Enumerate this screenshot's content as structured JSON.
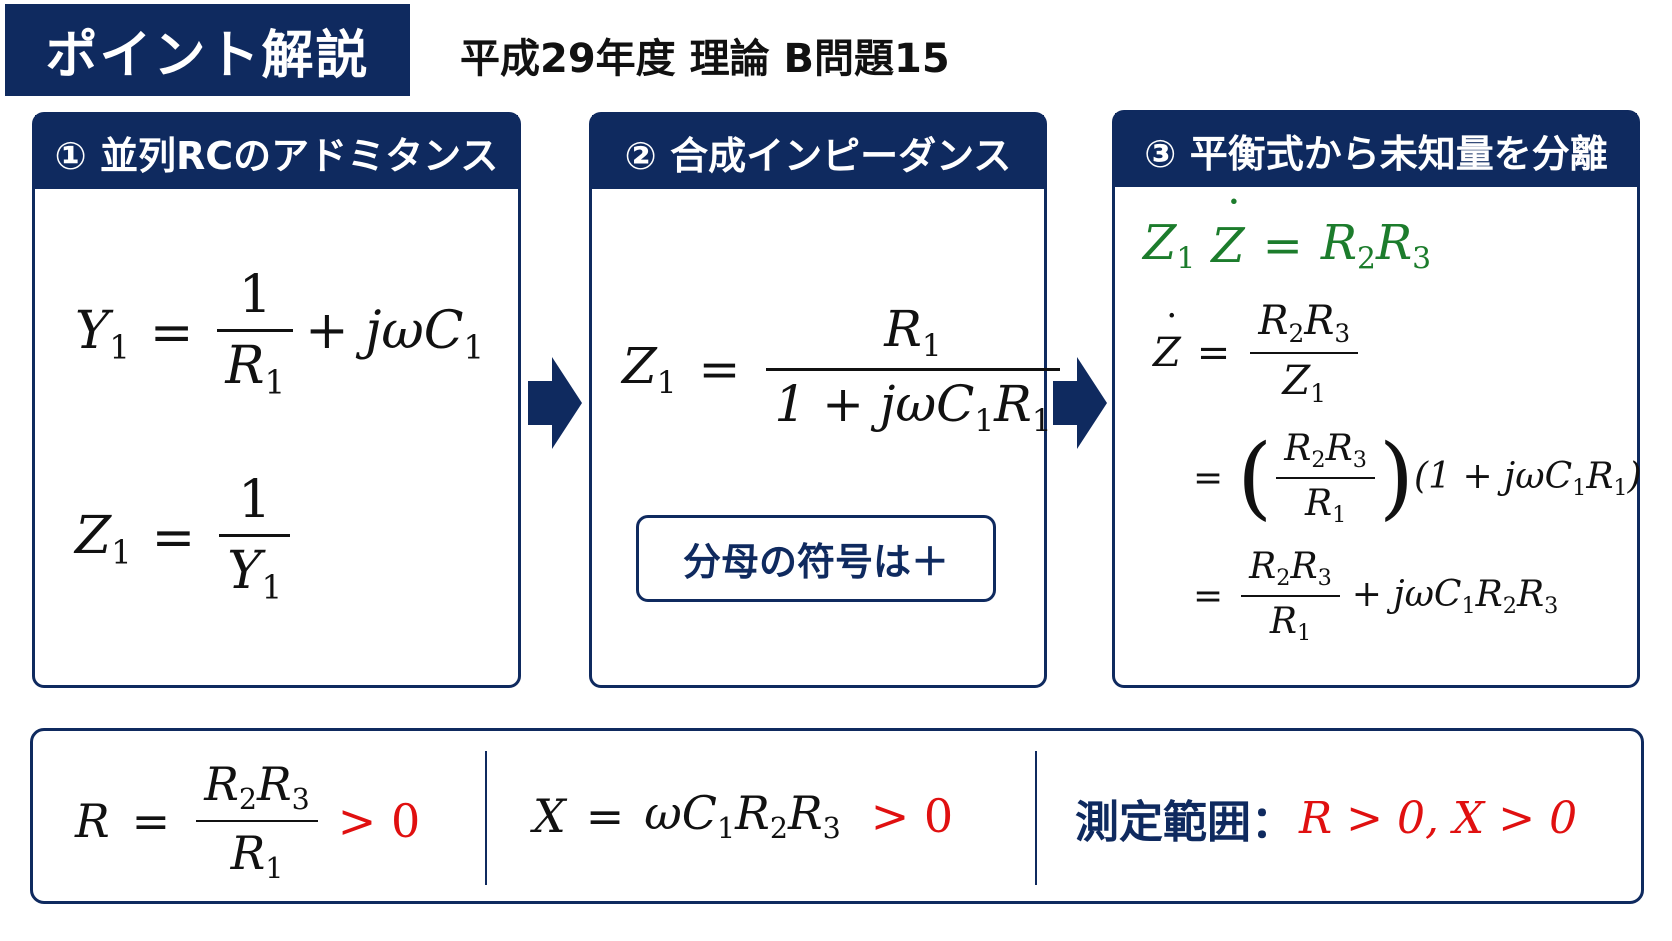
{
  "header": {
    "badge": "ポイント解説",
    "subtitle": "平成29年度 理論 B問題15"
  },
  "panels": [
    {
      "title": "① 並列RCのアドミタンス"
    },
    {
      "title": "② 合成インピーダンス"
    },
    {
      "title": "③ 平衡式から未知量を分離"
    }
  ],
  "panel1": {
    "y1": "Y",
    "sub1": "1",
    "eq": "=",
    "num": "1",
    "den_r": "R",
    "den_sub": "1",
    "plus_term": "+ jωC",
    "plus_sub": "1",
    "z1": "Z",
    "z1_sub": "1",
    "z_num": "1",
    "z_den": "Y",
    "z_den_sub": "1"
  },
  "panel2": {
    "lhs": "Z",
    "lhs_sub": "1",
    "eq": "=",
    "num": "R",
    "num_sub": "1",
    "den_pre": "1 + jωC",
    "den_c_sub": "1",
    "den_r": "R",
    "den_r_sub": "1",
    "note": "分母の符号は＋"
  },
  "panel3": {
    "balance": {
      "z1": "Z",
      "z1_sub": "1",
      "z": "Z",
      "eq": "=",
      "r2": "R",
      "r2_sub": "2",
      "r3": "R",
      "r3_sub": "3"
    },
    "line1": {
      "lhs": "Z",
      "eq": "=",
      "num": "R",
      "num_sub2": "2",
      "num_r": "R",
      "num_sub3": "3",
      "den": "Z",
      "den_sub": "1"
    },
    "line2": {
      "eq": "=",
      "num": "R",
      "num_sub2": "2",
      "num_r": "R",
      "num_sub3": "3",
      "den": "R",
      "den_sub": "1",
      "factor": "(1 + jωC",
      "factor_c_sub": "1",
      "factor_r": "R",
      "factor_r_sub": "1",
      "factor_close": ")"
    },
    "line3": {
      "eq": "=",
      "num": "R",
      "num_sub2": "2",
      "num_r": "R",
      "num_sub3": "3",
      "den": "R",
      "den_sub": "1",
      "tail": "+ jωC",
      "tail_c_sub": "1",
      "tail_r2": "R",
      "tail_r2_sub": "2",
      "tail_r3": "R",
      "tail_r3_sub": "3"
    }
  },
  "bottom": {
    "r_lhs": "R",
    "r_eq": "=",
    "r_num": "R",
    "r_num_sub2": "2",
    "r_num_r": "R",
    "r_num_sub3": "3",
    "r_den": "R",
    "r_den_sub": "1",
    "r_cond": "> 0",
    "x_lhs": "X",
    "x_eq": "=",
    "x_rhs": "ωC",
    "x_c_sub": "1",
    "x_r2": "R",
    "x_r2_sub": "2",
    "x_r3": "R",
    "x_r3_sub": "3",
    "x_cond": "> 0",
    "range_label": "測定範囲：",
    "range_value": "R > 0,  X > 0"
  },
  "colors": {
    "navy": "#0f2a5f",
    "red": "#e01010",
    "green": "#1c7c2c"
  }
}
